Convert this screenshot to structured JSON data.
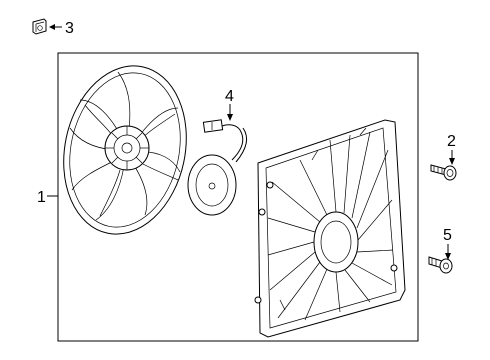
{
  "callouts": [
    {
      "id": "1",
      "text": "1",
      "part": "fan-assembly"
    },
    {
      "id": "2",
      "text": "2",
      "part": "bolt"
    },
    {
      "id": "3",
      "text": "3",
      "part": "clip-nut"
    },
    {
      "id": "4",
      "text": "4",
      "part": "fan-motor"
    },
    {
      "id": "5",
      "text": "5",
      "part": "bolt"
    }
  ]
}
